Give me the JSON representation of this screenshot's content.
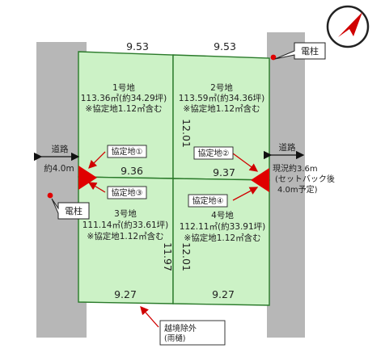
{
  "dimensions": {
    "top_left": "9.53",
    "top_right": "9.53",
    "mid_left": "9.36",
    "mid_right": "9.37",
    "bottom_left": "9.27",
    "bottom_right": "9.27",
    "vertical_upper": "12.01",
    "vertical_lower_left": "11.97",
    "vertical_lower_right": "12.01"
  },
  "lots": [
    {
      "name": "1号地",
      "area": "113.36㎡(約34.29坪)",
      "note": "※協定地1.12㎡含む"
    },
    {
      "name": "2号地",
      "area": "113.59㎡(約34.36坪)",
      "note": "※協定地1.12㎡含む"
    },
    {
      "name": "3号地",
      "area": "111.14㎡(約33.61坪)",
      "note": "※協定地1.12㎡含む"
    },
    {
      "name": "4号地",
      "area": "112.11㎡(約33.91坪)",
      "note": "※協定地1.12㎡含む"
    }
  ],
  "agreement_labels": [
    "協定地①",
    "協定地②",
    "協定地③",
    "協定地④"
  ],
  "road_left": {
    "label": "道路",
    "width": "約4.0m"
  },
  "road_right": {
    "label": "道路",
    "status_line1": "現況約3.6m",
    "status_line2": "(セットバック後",
    "status_line3": "4.0m予定)"
  },
  "pole_labels": [
    "電柱",
    "電柱"
  ],
  "encroachment": {
    "label": "越境除外",
    "sub": "(雨樋)"
  },
  "colors": {
    "lot_fill": "#ccf2c6",
    "lot_border": "#2a7a2a",
    "road": "#b7b7b7",
    "agreement": "#e00000",
    "pole": "#e00000"
  }
}
